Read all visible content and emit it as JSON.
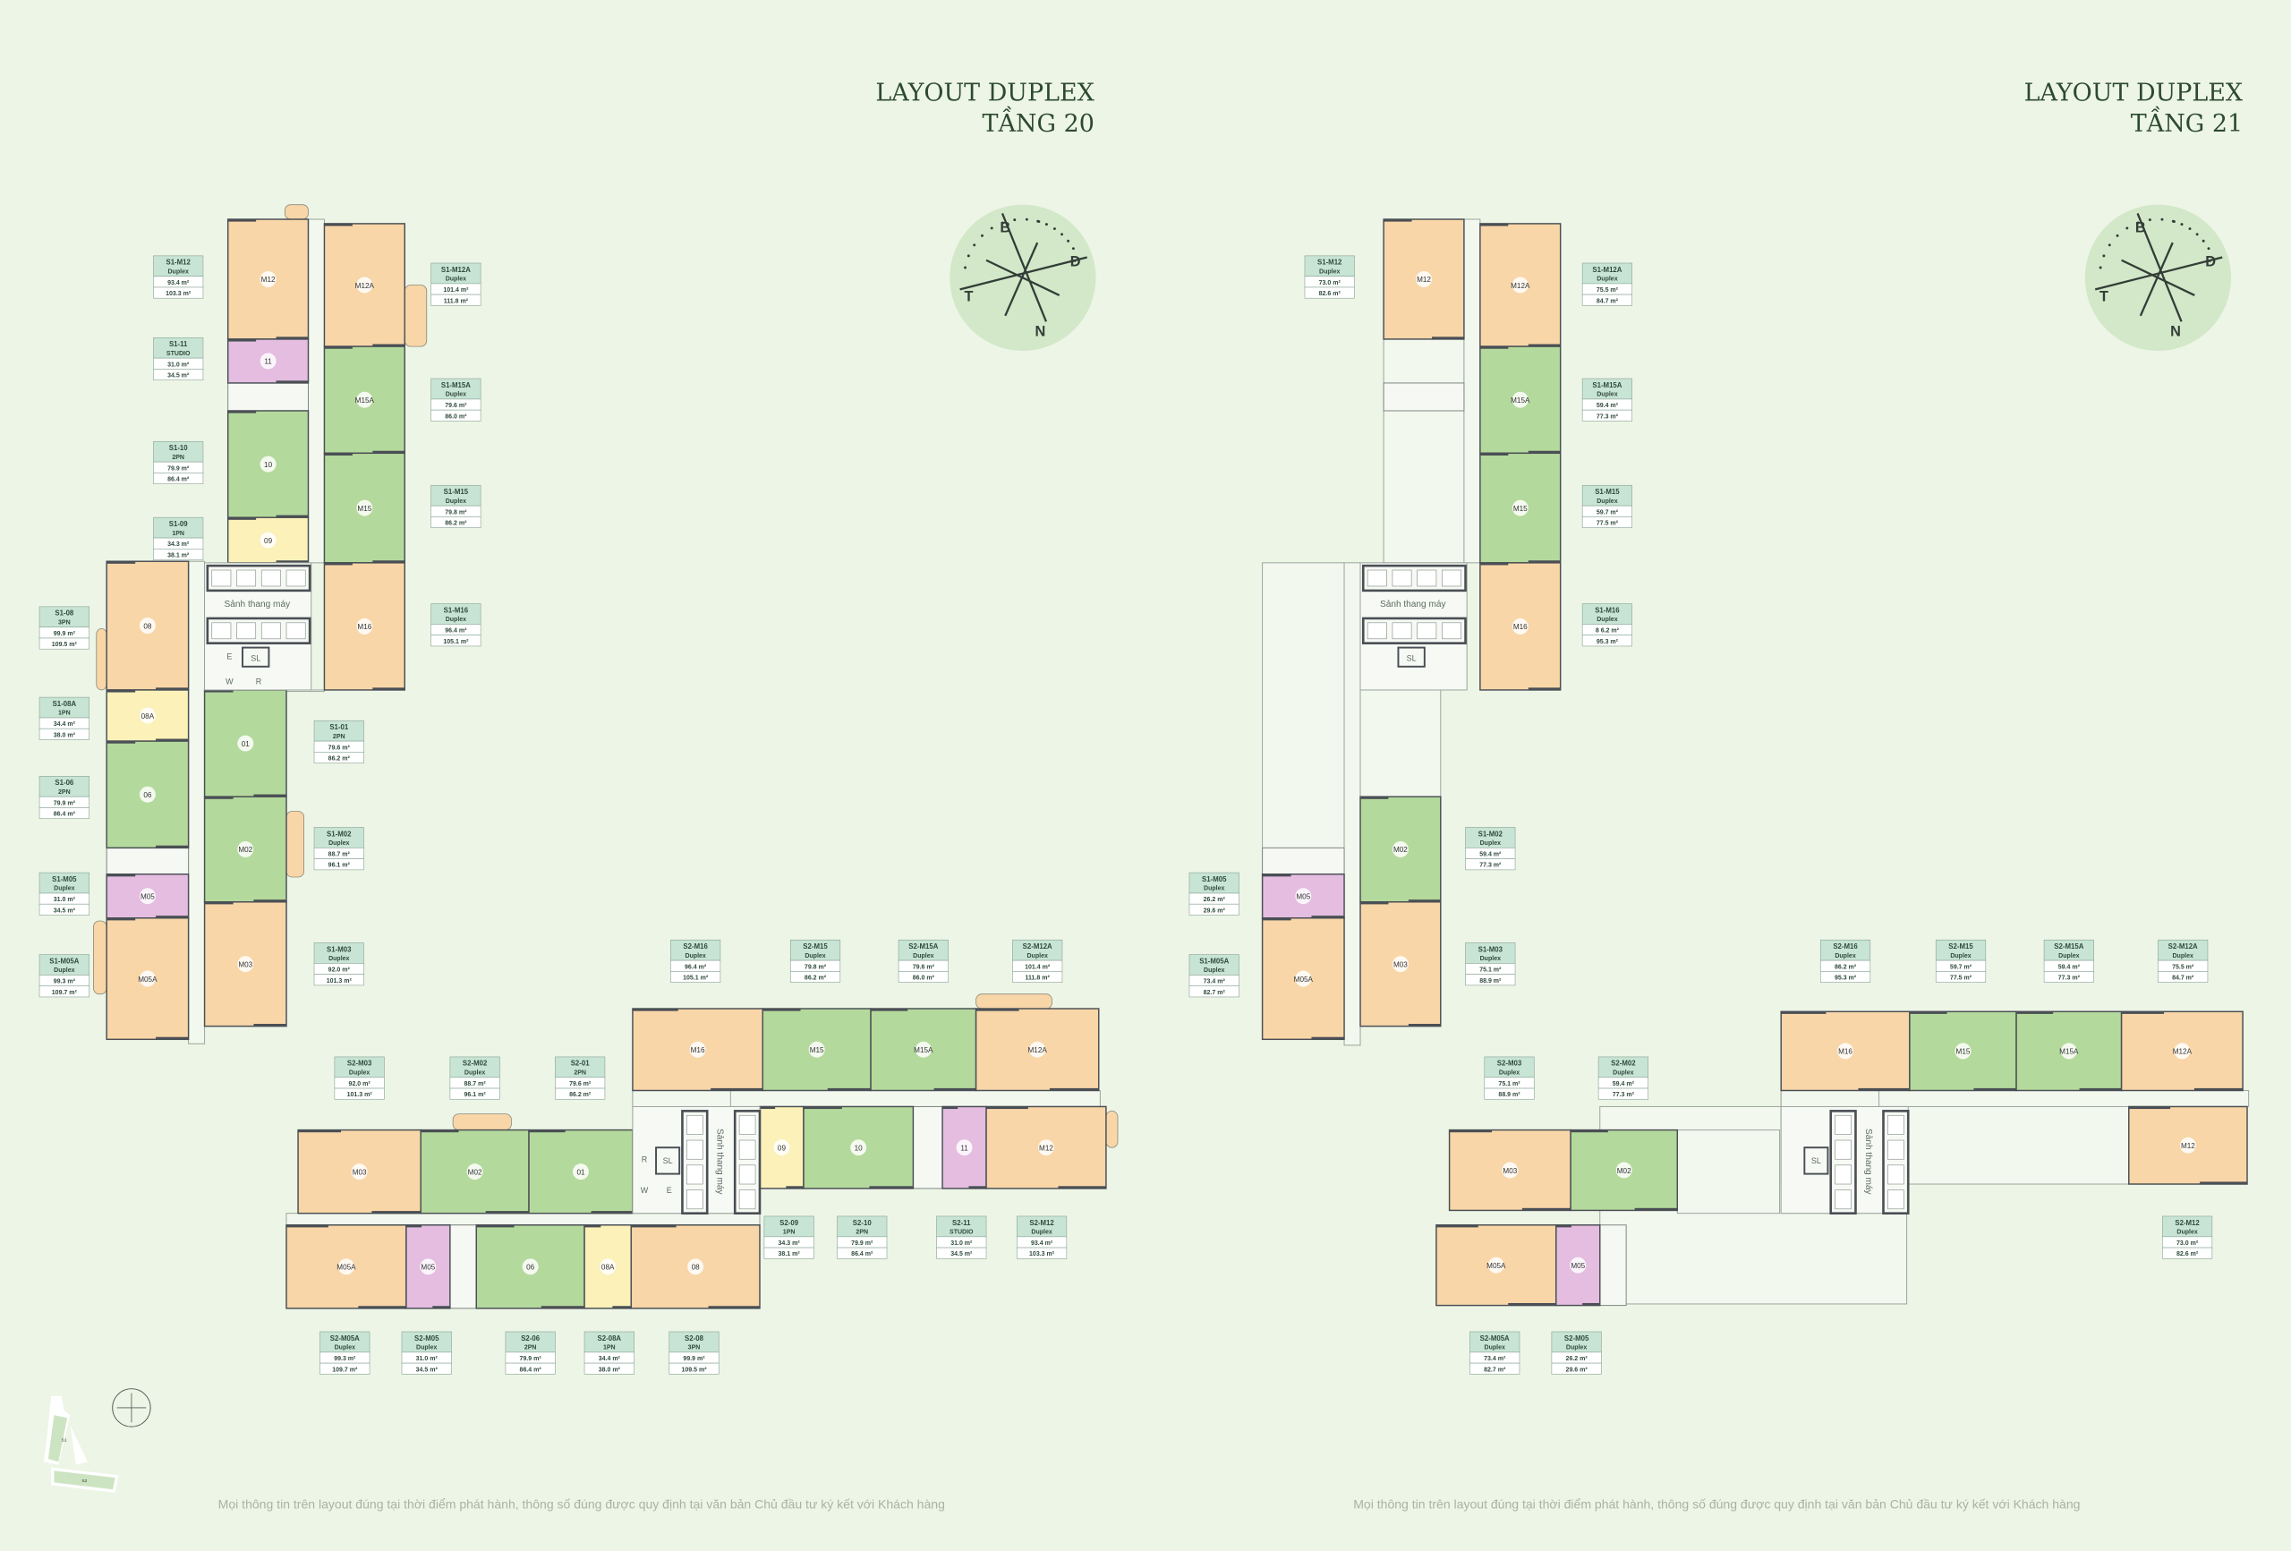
{
  "titles": [
    {
      "line1": "LAYOUT DUPLEX",
      "line2": "TẦNG 20"
    },
    {
      "line1": "LAYOUT DUPLEX",
      "line2": "TẦNG 21"
    }
  ],
  "compass": {
    "north": "B",
    "east": "Đ",
    "south": "N",
    "west": "T"
  },
  "lobby_label": "Sảnh thang máy",
  "service_labels": {
    "e": "E",
    "sl": "SL",
    "w": "W",
    "r": "R"
  },
  "key_map": {
    "s1": "S1",
    "s2": "S2"
  },
  "colors": {
    "background": "#edf5e6",
    "orange": "#f8d6a8",
    "green": "#b4d99c",
    "pink": "#e4bde0",
    "yellow": "#fbf1b9",
    "card_header": "#c8e4d5",
    "wall": "#4a4f55",
    "title": "#2d4a2f",
    "compass_disc": "#d2e8c8"
  },
  "floor20": {
    "area_cards": [
      {
        "code": "S1-M12",
        "type": "Duplex",
        "area1": "93.4 m²",
        "area2": "103.3 m²"
      },
      {
        "code": "S1-11",
        "type": "STUDIO",
        "area1": "31.0 m²",
        "area2": "34.5 m²"
      },
      {
        "code": "S1-10",
        "type": "2PN",
        "area1": "79.9 m²",
        "area2": "86.4 m²"
      },
      {
        "code": "S1-09",
        "type": "1PN",
        "area1": "34.3 m²",
        "area2": "38.1 m²"
      },
      {
        "code": "S1-08",
        "type": "3PN",
        "area1": "99.9 m²",
        "area2": "109.5 m²"
      },
      {
        "code": "S1-08A",
        "type": "1PN",
        "area1": "34.4 m²",
        "area2": "38.0 m²"
      },
      {
        "code": "S1-06",
        "type": "2PN",
        "area1": "79.9 m²",
        "area2": "86.4 m²"
      },
      {
        "code": "S1-M05",
        "type": "Duplex",
        "area1": "31.0 m²",
        "area2": "34.5 m²"
      },
      {
        "code": "S1-M05A",
        "type": "Duplex",
        "area1": "99.3 m²",
        "area2": "109.7 m²"
      },
      {
        "code": "S1-M12A",
        "type": "Duplex",
        "area1": "101.4 m²",
        "area2": "111.8 m²"
      },
      {
        "code": "S1-M15A",
        "type": "Duplex",
        "area1": "79.6 m²",
        "area2": "86.0 m²"
      },
      {
        "code": "S1-M15",
        "type": "Duplex",
        "area1": "79.8 m²",
        "area2": "86.2 m²"
      },
      {
        "code": "S1-M16",
        "type": "Duplex",
        "area1": "96.4 m²",
        "area2": "105.1 m²"
      },
      {
        "code": "S1-01",
        "type": "2PN",
        "area1": "79.6 m²",
        "area2": "86.2 m²"
      },
      {
        "code": "S1-M02",
        "type": "Duplex",
        "area1": "88.7 m²",
        "area2": "96.1 m²"
      },
      {
        "code": "S1-M03",
        "type": "Duplex",
        "area1": "92.0 m²",
        "area2": "101.3 m²"
      },
      {
        "code": "S2-M16",
        "type": "Duplex",
        "area1": "96.4 m²",
        "area2": "105.1 m²"
      },
      {
        "code": "S2-M15",
        "type": "Duplex",
        "area1": "79.8 m²",
        "area2": "86.2 m²"
      },
      {
        "code": "S2-M15A",
        "type": "Duplex",
        "area1": "79.6 m²",
        "area2": "86.0 m²"
      },
      {
        "code": "S2-M12A",
        "type": "Duplex",
        "area1": "101.4 m²",
        "area2": "111.8 m²"
      },
      {
        "code": "S2-M03",
        "type": "Duplex",
        "area1": "92.0 m²",
        "area2": "101.3 m²"
      },
      {
        "code": "S2-M02",
        "type": "Duplex",
        "area1": "88.7 m²",
        "area2": "96.1 m²"
      },
      {
        "code": "S2-01",
        "type": "2PN",
        "area1": "79.6 m²",
        "area2": "86.2 m²"
      },
      {
        "code": "S2-09",
        "type": "1PN",
        "area1": "34.3 m²",
        "area2": "38.1 m²"
      },
      {
        "code": "S2-10",
        "type": "2PN",
        "area1": "79.9 m²",
        "area2": "86.4 m²"
      },
      {
        "code": "S2-11",
        "type": "STUDIO",
        "area1": "31.0 m²",
        "area2": "34.5 m²"
      },
      {
        "code": "S2-M12",
        "type": "Duplex",
        "area1": "93.4 m²",
        "area2": "103.3 m²"
      },
      {
        "code": "S2-M05A",
        "type": "Duplex",
        "area1": "99.3 m²",
        "area2": "109.7 m²"
      },
      {
        "code": "S2-M05",
        "type": "Duplex",
        "area1": "31.0 m²",
        "area2": "34.5 m²"
      },
      {
        "code": "S2-06",
        "type": "2PN",
        "area1": "79.9 m²",
        "area2": "86.4 m²"
      },
      {
        "code": "S2-08A",
        "type": "1PN",
        "area1": "34.4 m²",
        "area2": "38.0 m²"
      },
      {
        "code": "S2-08",
        "type": "3PN",
        "area1": "99.9 m²",
        "area2": "109.5 m²"
      }
    ],
    "units": [
      {
        "label": "M12",
        "color": "orange"
      },
      {
        "label": "11",
        "color": "pink"
      },
      {
        "label": "10",
        "color": "green"
      },
      {
        "label": "09",
        "color": "yellow"
      },
      {
        "label": "M12A",
        "color": "orange"
      },
      {
        "label": "M15A",
        "color": "green"
      },
      {
        "label": "M15",
        "color": "green"
      },
      {
        "label": "M16",
        "color": "orange"
      },
      {
        "label": "08",
        "color": "orange"
      },
      {
        "label": "08A",
        "color": "yellow"
      },
      {
        "label": "06",
        "color": "green"
      },
      {
        "label": "M05",
        "color": "pink"
      },
      {
        "label": "M05A",
        "color": "orange"
      },
      {
        "label": "01",
        "color": "green"
      },
      {
        "label": "M02",
        "color": "green"
      },
      {
        "label": "M03",
        "color": "orange"
      },
      {
        "label": "M16",
        "color": "orange"
      },
      {
        "label": "M15",
        "color": "green"
      },
      {
        "label": "M15A",
        "color": "green"
      },
      {
        "label": "M12A",
        "color": "orange"
      },
      {
        "label": "09",
        "color": "yellow"
      },
      {
        "label": "10",
        "color": "green"
      },
      {
        "label": "11",
        "color": "pink"
      },
      {
        "label": "M12",
        "color": "orange"
      },
      {
        "label": "M03",
        "color": "orange"
      },
      {
        "label": "M02",
        "color": "green"
      },
      {
        "label": "01",
        "color": "green"
      },
      {
        "label": "M05A",
        "color": "orange"
      },
      {
        "label": "M05",
        "color": "pink"
      },
      {
        "label": "06",
        "color": "green"
      },
      {
        "label": "08A",
        "color": "yellow"
      },
      {
        "label": "08",
        "color": "orange"
      }
    ]
  },
  "floor21": {
    "area_cards": [
      {
        "code": "S1-M12",
        "type": "Duplex",
        "area1": "73.0 m²",
        "area2": "82.6 m²"
      },
      {
        "code": "S1-M12A",
        "type": "Duplex",
        "area1": "75.5 m²",
        "area2": "84.7 m²"
      },
      {
        "code": "S1-M15A",
        "type": "Duplex",
        "area1": "59.4 m²",
        "area2": "77.3 m²"
      },
      {
        "code": "S1-M15",
        "type": "Duplex",
        "area1": "59.7 m²",
        "area2": "77.5 m²"
      },
      {
        "code": "S1-M16",
        "type": "Duplex",
        "area1": "8 6.2 m²",
        "area2": "95.3 m²"
      },
      {
        "code": "S1-M02",
        "type": "Duplex",
        "area1": "59.4 m²",
        "area2": "77.3 m²"
      },
      {
        "code": "S1-M05",
        "type": "Duplex",
        "area1": "26.2 m²",
        "area2": "29.6 m²"
      },
      {
        "code": "S1-M05A",
        "type": "Duplex",
        "area1": "73.4 m²",
        "area2": "82.7 m²"
      },
      {
        "code": "S1-M03",
        "type": "Duplex",
        "area1": "75.1 m²",
        "area2": "88.9 m²"
      },
      {
        "code": "S2-M16",
        "type": "Duplex",
        "area1": "86.2 m²",
        "area2": "95.3 m²"
      },
      {
        "code": "S2-M15",
        "type": "Duplex",
        "area1": "59.7 m²",
        "area2": "77.5 m²"
      },
      {
        "code": "S2-M15A",
        "type": "Duplex",
        "area1": "59.4 m²",
        "area2": "77.3 m²"
      },
      {
        "code": "S2-M12A",
        "type": "Duplex",
        "area1": "75.5 m²",
        "area2": "84.7 m²"
      },
      {
        "code": "S2-M03",
        "type": "Duplex",
        "area1": "75.1 m²",
        "area2": "88.9 m²"
      },
      {
        "code": "S2-M02",
        "type": "Duplex",
        "area1": "59.4 m²",
        "area2": "77.3 m²"
      },
      {
        "code": "S2-M12",
        "type": "Duplex",
        "area1": "73.0 m²",
        "area2": "82.6 m²"
      },
      {
        "code": "S2-M05A",
        "type": "Duplex",
        "area1": "73.4 m²",
        "area2": "82.7 m²"
      },
      {
        "code": "S2-M05",
        "type": "Duplex",
        "area1": "26.2 m²",
        "area2": "29.6 m²"
      }
    ],
    "units": [
      {
        "label": "M12",
        "color": "orange"
      },
      {
        "label": "M12A",
        "color": "orange"
      },
      {
        "label": "M15A",
        "color": "green"
      },
      {
        "label": "M15",
        "color": "green"
      },
      {
        "label": "M16",
        "color": "orange"
      },
      {
        "label": "M02",
        "color": "green"
      },
      {
        "label": "M05",
        "color": "pink"
      },
      {
        "label": "M05A",
        "color": "orange"
      },
      {
        "label": "M03",
        "color": "orange"
      },
      {
        "label": "M16",
        "color": "orange"
      },
      {
        "label": "M15",
        "color": "green"
      },
      {
        "label": "M15A",
        "color": "green"
      },
      {
        "label": "M12A",
        "color": "orange"
      },
      {
        "label": "M12",
        "color": "orange"
      },
      {
        "label": "M03",
        "color": "orange"
      },
      {
        "label": "M02",
        "color": "green"
      },
      {
        "label": "M05A",
        "color": "orange"
      },
      {
        "label": "M05",
        "color": "pink"
      }
    ]
  },
  "disclaimer": "Mọi thông tin trên layout đúng tại thời điểm phát hành, thông số đúng được quy định tại văn bản Chủ đầu tư ký kết với Khách hàng"
}
